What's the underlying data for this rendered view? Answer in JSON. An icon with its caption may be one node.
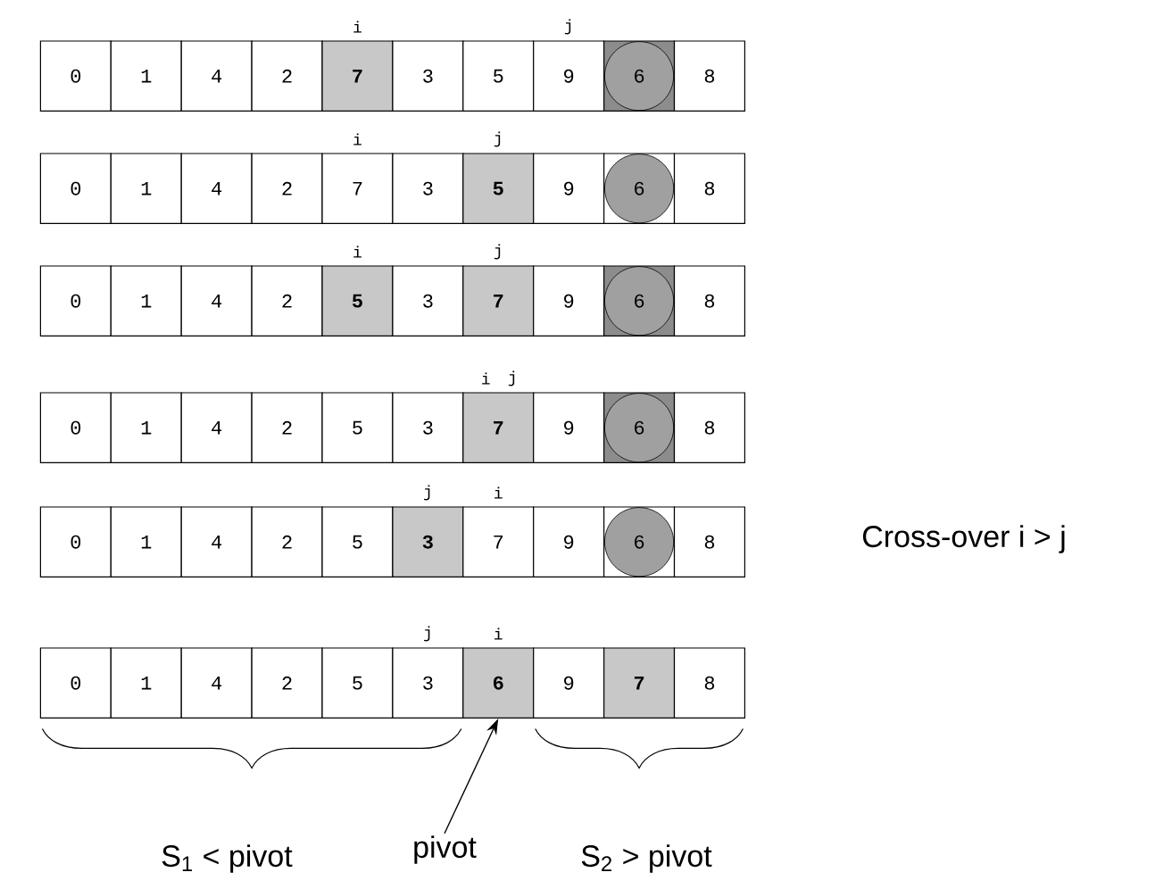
{
  "diagram": {
    "nodes": [
      {
        "text": [
          "0"
        ]
      },
      {
        "text": [
          "1"
        ]
      },
      {
        "text": [
          "4"
        ]
      },
      {
        "text": [
          "2"
        ]
      },
      {
        "text": [
          "7"
        ]
      },
      {
        "text": [
          "3"
        ]
      },
      {
        "text": [
          "5"
        ]
      },
      {
        "text": [
          "9"
        ]
      },
      {
        "text": [
          "6"
        ]
      },
      {
        "text": [
          "8"
        ]
      },
      {
        "text": [
          "0"
        ]
      },
      {
        "text": [
          "1"
        ]
      },
      {
        "text": [
          "4"
        ]
      },
      {
        "text": [
          "2"
        ]
      },
      {
        "text": [
          "7"
        ]
      },
      {
        "text": [
          "3"
        ]
      },
      {
        "text": [
          "5"
        ]
      },
      {
        "text": [
          "9"
        ]
      },
      {
        "text": [
          "6"
        ]
      },
      {
        "text": [
          "8"
        ]
      },
      {
        "text": [
          "0"
        ]
      },
      {
        "text": [
          "1"
        ]
      },
      {
        "text": [
          "4"
        ]
      },
      {
        "text": [
          "2"
        ]
      },
      {
        "text": [
          "5"
        ]
      },
      {
        "text": [
          "3"
        ]
      },
      {
        "text": [
          "7"
        ]
      },
      {
        "text": [
          "9"
        ]
      },
      {
        "text": [
          "6"
        ]
      },
      {
        "text": [
          "8"
        ]
      },
      {
        "text": [
          "0"
        ]
      },
      {
        "text": [
          "1"
        ]
      },
      {
        "text": [
          "4"
        ]
      },
      {
        "text": [
          "2"
        ]
      },
      {
        "text": [
          "5"
        ]
      },
      {
        "text": [
          "3"
        ]
      },
      {
        "text": [
          "7"
        ]
      },
      {
        "text": [
          "9"
        ]
      },
      {
        "text": [
          "6"
        ]
      },
      {
        "text": [
          "8"
        ]
      },
      {
        "text": [
          "0"
        ]
      },
      {
        "text": [
          "1"
        ]
      },
      {
        "text": [
          "4"
        ]
      },
      {
        "text": [
          "2"
        ]
      },
      {
        "text": [
          "5"
        ]
      },
      {
        "text": [
          "3"
        ]
      },
      {
        "text": [
          "7"
        ]
      },
      {
        "text": [
          "9"
        ]
      },
      {
        "text": [
          "6"
        ]
      },
      {
        "text": [
          "8"
        ]
      },
      {
        "text": [
          "0"
        ]
      },
      {
        "text": [
          "1"
        ]
      },
      {
        "text": [
          "4"
        ]
      },
      {
        "text": [
          "2"
        ]
      },
      {
        "text": [
          "5"
        ]
      },
      {
        "text": [
          "3"
        ]
      },
      {
        "text": [
          "6"
        ]
      },
      {
        "text": [
          "9"
        ]
      },
      {
        "text": [
          "7"
        ]
      },
      {
        "text": [
          "8"
        ]
      },
      {
        "text": [
          "pivot"
        ]
      }
    ],
    "edges": [
      {
        "from": 60,
        "to": 56,
        "arrow": "to"
      }
    ],
    "labels": [
      "i",
      "j",
      "i",
      "j",
      "i",
      "j",
      "i",
      "j",
      "j",
      "i",
      "Cross-over i > j",
      "j",
      "i",
      "S$_{1}$ < pivot",
      "S$_{2}$ > pivot"
    ]
  }
}
